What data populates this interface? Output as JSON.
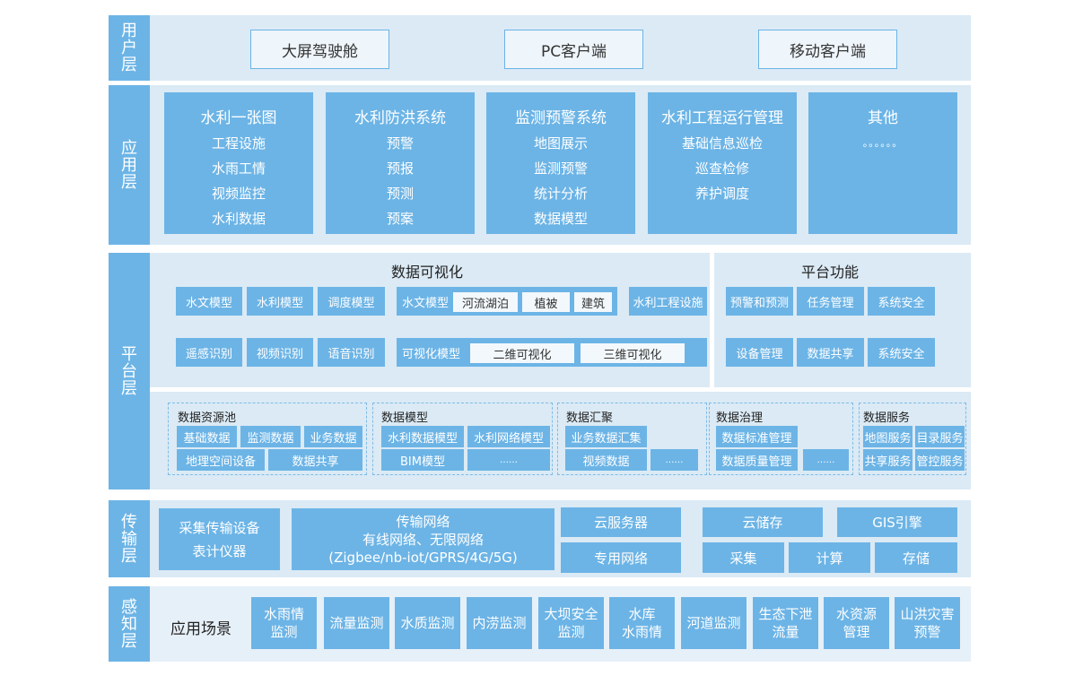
{
  "layers": {
    "user": "用户层",
    "app": "应用层",
    "platform": "平台层",
    "transport": "传输层",
    "sense": "感知层"
  },
  "user_layer": {
    "items": [
      "大屏驾驶舱",
      "PC客户端",
      "移动客户端"
    ]
  },
  "app_layer": {
    "cards": [
      {
        "title": "水利一张图",
        "items": [
          "工程设施",
          "水雨工情",
          "视频监控",
          "水利数据"
        ]
      },
      {
        "title": "水利防洪系统",
        "items": [
          "预警",
          "预报",
          "预测",
          "预案"
        ]
      },
      {
        "title": "监测预警系统",
        "items": [
          "地图展示",
          "监测预警",
          "统计分析",
          "数据模型"
        ]
      },
      {
        "title": "水利工程运行管理",
        "items": [
          "基础信息巡检",
          "巡查检修",
          "养护调度"
        ]
      },
      {
        "title": "其他",
        "items": [
          "。。。。。。"
        ]
      }
    ]
  },
  "platform_layer": {
    "visual": {
      "title": "数据可视化",
      "row1": [
        "水文模型",
        "水利模型",
        "调度模型"
      ],
      "hydro_model": {
        "label": "水文模型",
        "subs": [
          "河流湖泊",
          "植被",
          "建筑"
        ]
      },
      "facility": "水利工程设施",
      "row2": [
        "遥感识别",
        "视频识别",
        "语音识别"
      ],
      "vis_model": {
        "label": "可视化模型",
        "subs": [
          "二维可视化",
          "三维可视化"
        ]
      }
    },
    "functions": {
      "title": "平台功能",
      "row1": [
        "预警和预测",
        "任务管理",
        "系统安全"
      ],
      "row2": [
        "设备管理",
        "数据共享",
        "系统安全"
      ]
    },
    "data": {
      "pool": {
        "title": "数据资源池",
        "row1": [
          "基础数据",
          "监测数据",
          "业务数据"
        ],
        "row2": [
          "地理空间设备",
          "数据共享"
        ]
      },
      "model": {
        "title": "数据模型",
        "row1": [
          "水利数据模型",
          "水利网络模型"
        ],
        "row2": [
          "BIM模型",
          "……"
        ]
      },
      "gather": {
        "title": "数据汇聚",
        "row1": [
          "业务数据汇集"
        ],
        "row2": [
          "视频数据",
          "……"
        ]
      },
      "govern": {
        "title": "数据治理",
        "row1": [
          "数据标准管理"
        ],
        "row2": [
          "数据质量管理",
          "……"
        ]
      },
      "service": {
        "title": "数据服务",
        "row1": [
          "地图服务",
          "目录服务"
        ],
        "row2": [
          "共享服务",
          "管控服务"
        ]
      }
    }
  },
  "transport_layer": {
    "collect": [
      "采集传输设备",
      "表计仪器"
    ],
    "network": [
      "传输网络",
      "有线网络、无限网络",
      "(Zigbee/nb-iot/GPRS/4G/5G)"
    ],
    "cloud": "云服务器",
    "private": "专用网络",
    "storage": "云储存",
    "gis": "GIS引擎",
    "ops": [
      "采集",
      "计算",
      "存储"
    ]
  },
  "sense_layer": {
    "scene_label": "应用场景",
    "items": [
      [
        "水雨情",
        "监测"
      ],
      [
        "流量监测"
      ],
      [
        "水质监测"
      ],
      [
        "内涝监测"
      ],
      [
        "大坝安全",
        "监测"
      ],
      [
        "水库",
        "水雨情"
      ],
      [
        "河道监测"
      ],
      [
        "生态下泄",
        "流量"
      ],
      [
        "水资源",
        "管理"
      ],
      [
        "山洪灾害",
        "预警"
      ]
    ]
  },
  "colors": {
    "accent": "#6cb4e6",
    "panel": "#dbeaf5",
    "light": "#f3f8fc"
  }
}
